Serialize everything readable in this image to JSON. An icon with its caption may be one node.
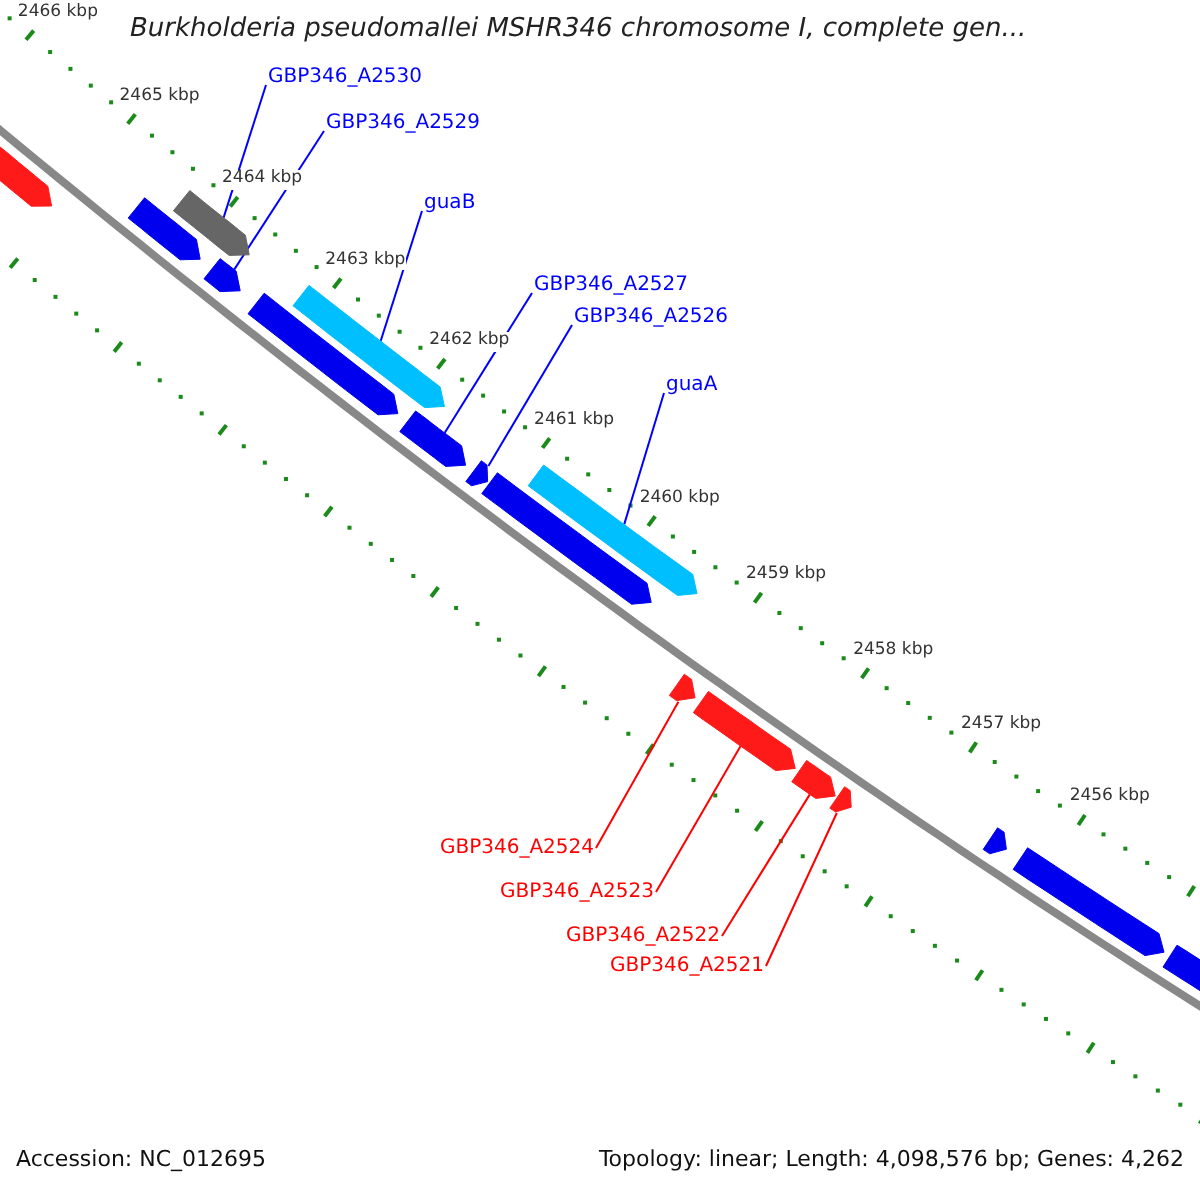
{
  "diagram": {
    "title": "Burkholderia pseudomallei MSHR346 chromosome I, complete gen...",
    "nodes": [
      {
        "text": [
          "GBP346_A2530"
        ]
      },
      {
        "text": [
          "GBP346_A2529"
        ]
      },
      {
        "text": [
          "guaB"
        ]
      },
      {
        "text": [
          "GBP346_A2527"
        ]
      },
      {
        "text": [
          "GBP346_A2526"
        ]
      },
      {
        "text": [
          "guaA"
        ]
      },
      {
        "text": [
          "GBP346_A2524"
        ]
      },
      {
        "text": [
          "GBP346_A2523"
        ]
      },
      {
        "text": [
          "GBP346_A2522"
        ]
      },
      {
        "text": [
          "GBP346_A2521"
        ]
      },
      {
        "text": [],
        "shape": "arrow"
      },
      {
        "text": [],
        "shape": "arrow"
      },
      {
        "text": [],
        "shape": "arrow"
      },
      {
        "text": [],
        "shape": "arrow"
      },
      {
        "text": [],
        "shape": "arrow"
      },
      {
        "text": [],
        "shape": "arrow"
      },
      {
        "text": [],
        "shape": "arrow"
      },
      {
        "text": [],
        "shape": "arrow"
      },
      {
        "text": [],
        "shape": "arrow"
      },
      {
        "text": [],
        "shape": "arrow"
      },
      {
        "text": [],
        "shape": "arrow"
      },
      {
        "text": [],
        "shape": "arrow"
      },
      {
        "text": [],
        "shape": "arrow"
      },
      {
        "text": [],
        "shape": "arrow"
      },
      {
        "text": [],
        "shape": "arrow"
      },
      {
        "text": [],
        "shape": "arrow"
      },
      {
        "text": [],
        "shape": "arrow"
      }
    ],
    "edges": [
      {
        "from": 0,
        "to": 11,
        "arrow": "none"
      },
      {
        "from": 1,
        "to": 13,
        "arrow": "none"
      },
      {
        "from": 2,
        "to": 14,
        "arrow": "none"
      },
      {
        "from": 3,
        "to": 16,
        "arrow": "none"
      },
      {
        "from": 4,
        "to": 17,
        "arrow": "none"
      },
      {
        "from": 5,
        "to": 18,
        "arrow": "none"
      },
      {
        "from": 6,
        "to": 20,
        "arrow": "none",
        "color": "#ff0000"
      },
      {
        "from": 7,
        "to": 21,
        "arrow": "none",
        "color": "#ff0000"
      },
      {
        "from": 8,
        "to": 22,
        "arrow": "none",
        "color": "#ff0000"
      },
      {
        "from": 9,
        "to": 23,
        "arrow": "none",
        "color": "#ff0000"
      }
    ],
    "labels": [
      "2466 kbp",
      "2465 kbp",
      "2464 kbp",
      "2463 kbp",
      "2462 kbp",
      "2461 kbp",
      "2460 kbp",
      "2459 kbp",
      "2458 kbp",
      "2457 kbp",
      "2456 kbp",
      "Accession: NC_012695",
      "Topology: linear; Length: 4,098,576 bp; Genes: 4,262"
    ]
  }
}
